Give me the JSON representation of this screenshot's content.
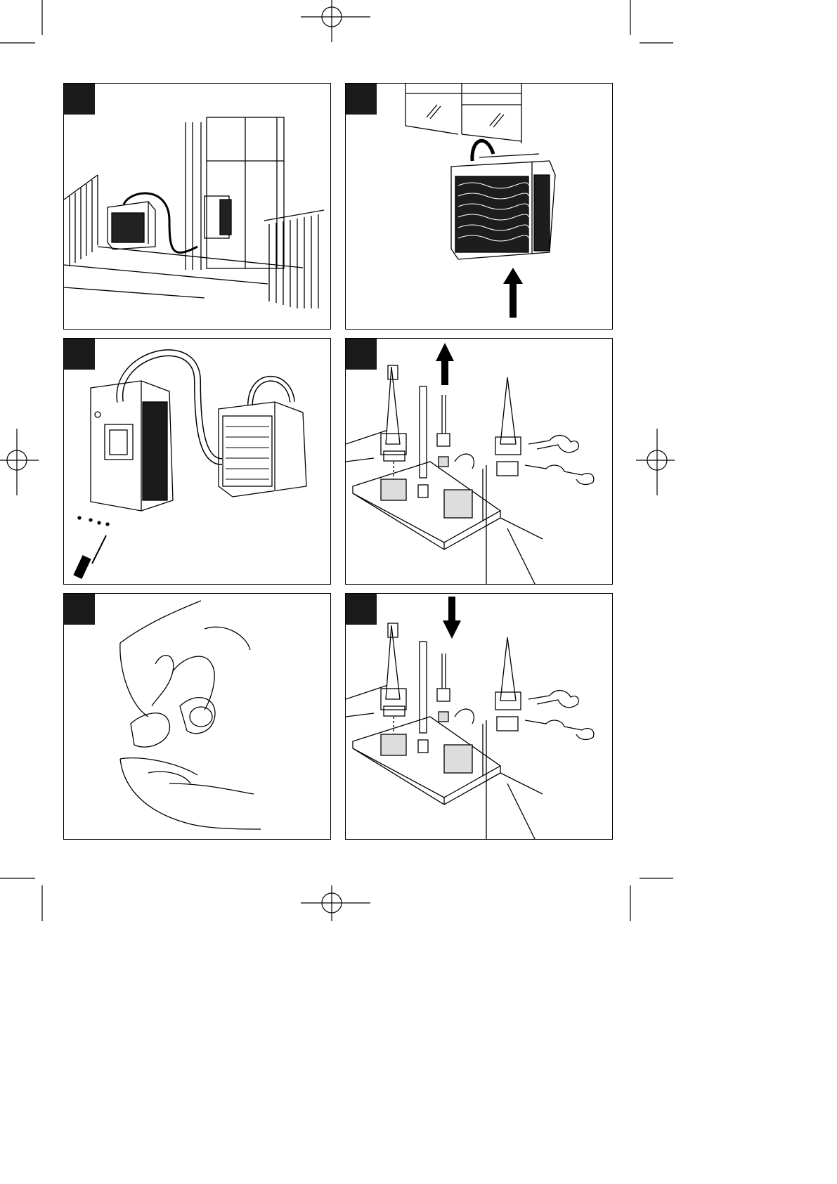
{
  "page": {
    "type": "instruction-manual-illustration-sheet",
    "panels": [
      {
        "id": "panel-1",
        "depicts": "outdoor-unit-on-balcony"
      },
      {
        "id": "panel-2",
        "depicts": "outdoor-unit-hung-on-window"
      },
      {
        "id": "panel-3",
        "depicts": "unit-panel-removal"
      },
      {
        "id": "panel-4",
        "depicts": "disconnecting-couplings"
      },
      {
        "id": "panel-5",
        "depicts": "hands-joining-couplings"
      },
      {
        "id": "panel-6",
        "depicts": "reconnecting-couplings"
      }
    ],
    "colors": {
      "ink": "#000000",
      "tab": "#1a1a1a",
      "paper": "#ffffff"
    }
  }
}
